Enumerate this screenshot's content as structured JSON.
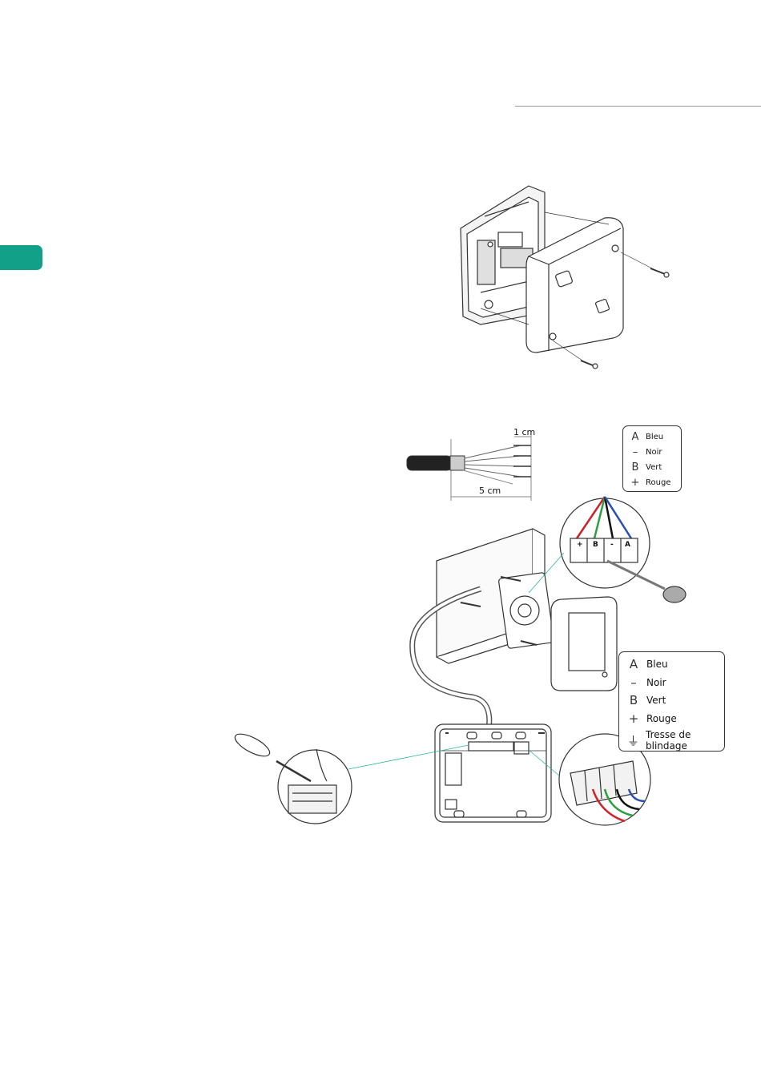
{
  "page": {
    "accent_color": "#12a089"
  },
  "cable": {
    "strip_short": "1 cm",
    "strip_long": "5 cm"
  },
  "legend_small": {
    "items": [
      {
        "symbol": "A",
        "label": "Bleu"
      },
      {
        "symbol": "–",
        "label": "Noir"
      },
      {
        "symbol": "B",
        "label": "Vert"
      },
      {
        "symbol": "+",
        "label": "Rouge"
      }
    ]
  },
  "legend_big": {
    "items": [
      {
        "symbol": "A",
        "label": "Bleu"
      },
      {
        "symbol": "–",
        "label": "Noir"
      },
      {
        "symbol": "B",
        "label": "Vert"
      },
      {
        "symbol": "+",
        "label": "Rouge"
      },
      {
        "symbol": "⏚",
        "label": "Tresse de blindage"
      }
    ]
  },
  "terminal": {
    "labels": [
      "+",
      "B",
      "-",
      "A"
    ]
  },
  "wire_colors": {
    "red": "#d0202a",
    "green": "#2aa040",
    "black": "#111111",
    "blue": "#2a4fb0"
  }
}
